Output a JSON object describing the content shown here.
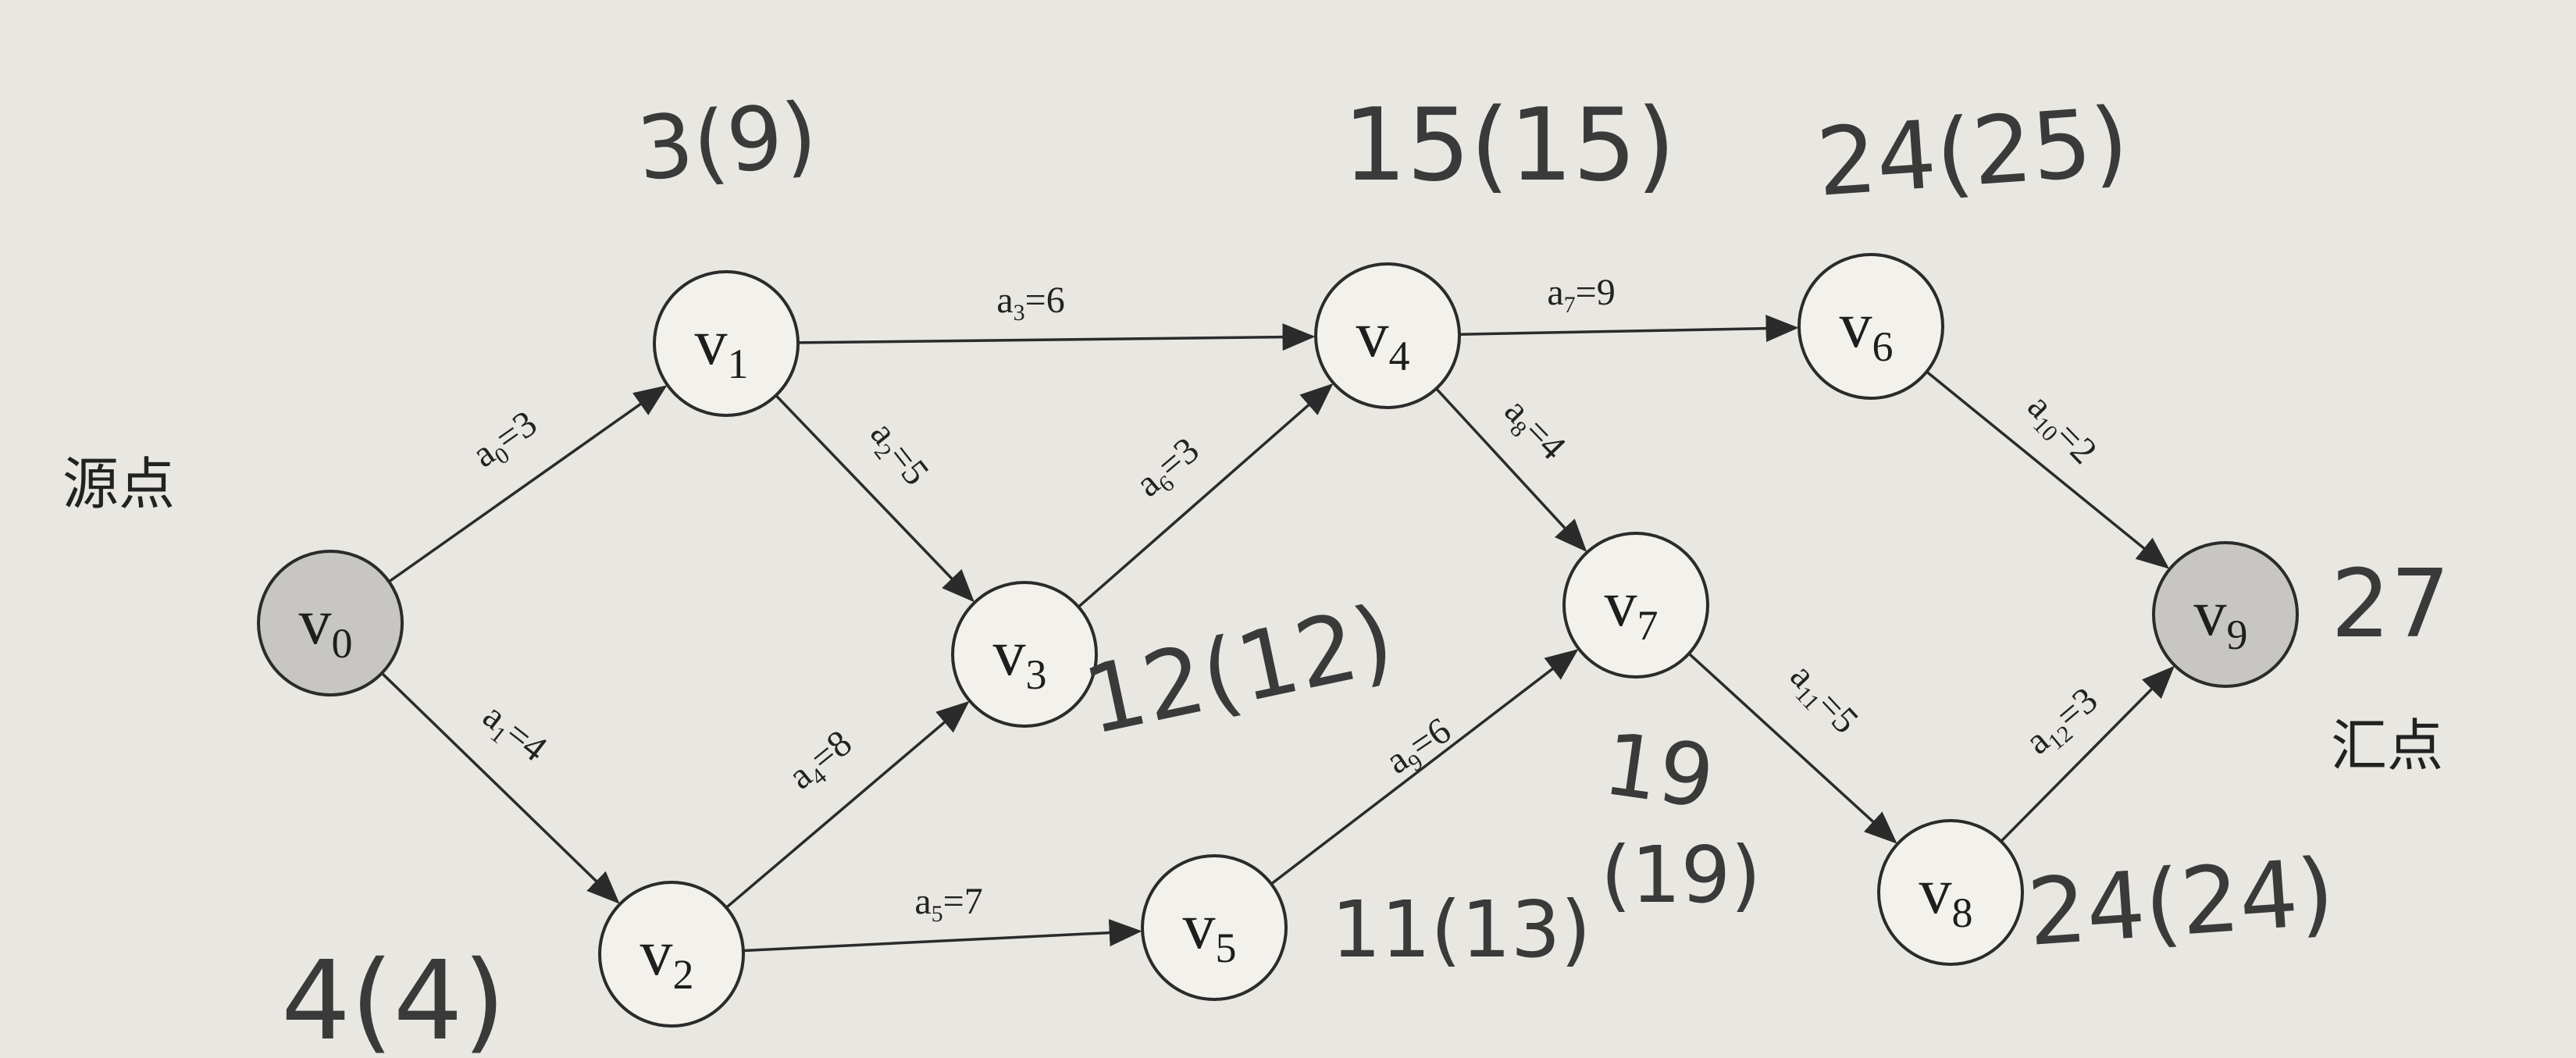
{
  "labels": {
    "source": "源点",
    "sink": "汇点"
  },
  "colors": {
    "paper": "#e9e7e2",
    "node_fill": "#f3f1ec",
    "terminal_fill": "#c8c6c2",
    "ink": "#2b2b2b",
    "pencil": "#3a3a3a"
  },
  "nodes": [
    {
      "id": "v0",
      "base": "v",
      "sub": "0",
      "terminal": true
    },
    {
      "id": "v1",
      "base": "v",
      "sub": "1",
      "terminal": false
    },
    {
      "id": "v2",
      "base": "v",
      "sub": "2",
      "terminal": false
    },
    {
      "id": "v3",
      "base": "v",
      "sub": "3",
      "terminal": false
    },
    {
      "id": "v4",
      "base": "v",
      "sub": "4",
      "terminal": false
    },
    {
      "id": "v5",
      "base": "v",
      "sub": "5",
      "terminal": false
    },
    {
      "id": "v6",
      "base": "v",
      "sub": "6",
      "terminal": false
    },
    {
      "id": "v7",
      "base": "v",
      "sub": "7",
      "terminal": false
    },
    {
      "id": "v8",
      "base": "v",
      "sub": "8",
      "terminal": false
    },
    {
      "id": "v9",
      "base": "v",
      "sub": "9",
      "terminal": true
    }
  ],
  "edges": [
    {
      "id": "a0",
      "from": "v0",
      "to": "v1",
      "base": "a",
      "sub": "0",
      "weight": "=3"
    },
    {
      "id": "a1",
      "from": "v0",
      "to": "v2",
      "base": "a",
      "sub": "1",
      "weight": "=4"
    },
    {
      "id": "a2",
      "from": "v1",
      "to": "v3",
      "base": "a",
      "sub": "2",
      "weight": "=5"
    },
    {
      "id": "a3",
      "from": "v1",
      "to": "v4",
      "base": "a",
      "sub": "3",
      "weight": "=6"
    },
    {
      "id": "a4",
      "from": "v2",
      "to": "v3",
      "base": "a",
      "sub": "4",
      "weight": "=8"
    },
    {
      "id": "a5",
      "from": "v2",
      "to": "v5",
      "base": "a",
      "sub": "5",
      "weight": "=7"
    },
    {
      "id": "a6",
      "from": "v3",
      "to": "v4",
      "base": "a",
      "sub": "6",
      "weight": "=3"
    },
    {
      "id": "a7",
      "from": "v4",
      "to": "v6",
      "base": "a",
      "sub": "7",
      "weight": "=9"
    },
    {
      "id": "a8",
      "from": "v4",
      "to": "v7",
      "base": "a",
      "sub": "8",
      "weight": "=4"
    },
    {
      "id": "a9",
      "from": "v5",
      "to": "v7",
      "base": "a",
      "sub": "9",
      "weight": "=6"
    },
    {
      "id": "a10",
      "from": "v6",
      "to": "v9",
      "base": "a",
      "sub": "10",
      "weight": "=2"
    },
    {
      "id": "a11",
      "from": "v7",
      "to": "v8",
      "base": "a",
      "sub": "11",
      "weight": "=5"
    },
    {
      "id": "a12",
      "from": "v8",
      "to": "v9",
      "base": "a",
      "sub": "12",
      "weight": "=3"
    }
  ],
  "annotations": [
    {
      "node": "v1",
      "text": "3(9)"
    },
    {
      "node": "v2",
      "text": "4(4)"
    },
    {
      "node": "v3",
      "text": "12(12)"
    },
    {
      "node": "v4",
      "text": "15(15)"
    },
    {
      "node": "v5",
      "text": "11(13)"
    },
    {
      "node": "v6",
      "text": "24(25)"
    },
    {
      "node": "v7",
      "text": "19"
    },
    {
      "node": "v7",
      "text": "(19)"
    },
    {
      "node": "v8",
      "text": "24(24)"
    },
    {
      "node": "v9",
      "text": "27"
    }
  ]
}
